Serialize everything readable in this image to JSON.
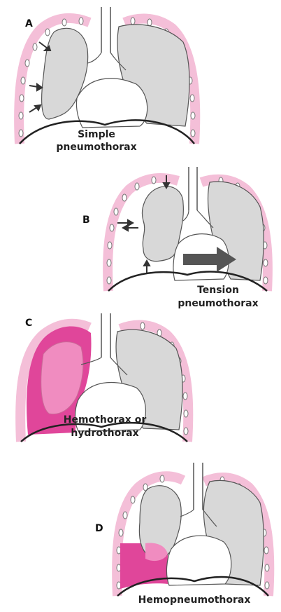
{
  "colors": {
    "pleura": "#f4bfd8",
    "pleura_line": "#c96a97",
    "rib": "#ffffff",
    "lung": "#d8d8d8",
    "lung_line": "#555555",
    "blood": "#e0469a",
    "blood_light": "#f08cc0",
    "arrow": "#333333",
    "diaphragm": "#222222"
  },
  "panels": [
    {
      "letter": "A",
      "caption_lines": [
        "Simple",
        "pneumothorax"
      ]
    },
    {
      "letter": "B",
      "caption_lines": [
        "Tension",
        "pneumothorax"
      ]
    },
    {
      "letter": "C",
      "caption_lines": [
        "Hemothorax or",
        "hydrothorax"
      ]
    },
    {
      "letter": "D",
      "caption_lines": [
        "Hemopneumothorax"
      ]
    }
  ]
}
